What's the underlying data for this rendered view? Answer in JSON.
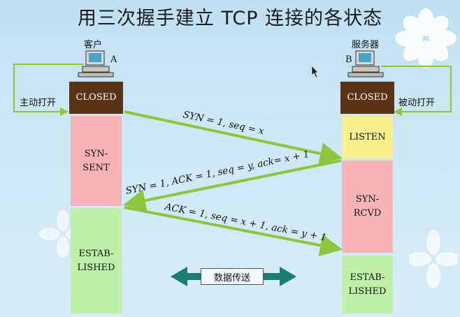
{
  "title": "用三次握手建立 TCP 连接的各状态",
  "client": {
    "name": "客户",
    "letter": "A",
    "action": "主动打开",
    "states": [
      "CLOSED",
      "SYN-\nSENT",
      "ESTAB-\nLISHED"
    ]
  },
  "server": {
    "name": "服务器",
    "letter": "B",
    "action": "被动打开",
    "states": [
      "CLOSED",
      "LISTEN",
      "SYN-\nRCVD",
      "ESTAB-\nLISHED"
    ]
  },
  "messages": {
    "syn": "SYN = 1, seq = x",
    "syn_ack": "SYN = 1, ACK = 1, seq = y, ack= x + 1",
    "ack": "ACK = 1, seq = x + 1, ack = y + 1"
  },
  "data_transfer": "数据传送",
  "colors": {
    "closed": "#5a3314",
    "pink": "#f6b4b8",
    "green": "#bff0a8",
    "yellow": "#f7f08c",
    "arrow": "#8cc63f",
    "data_arrow": "#1a7d6e"
  }
}
